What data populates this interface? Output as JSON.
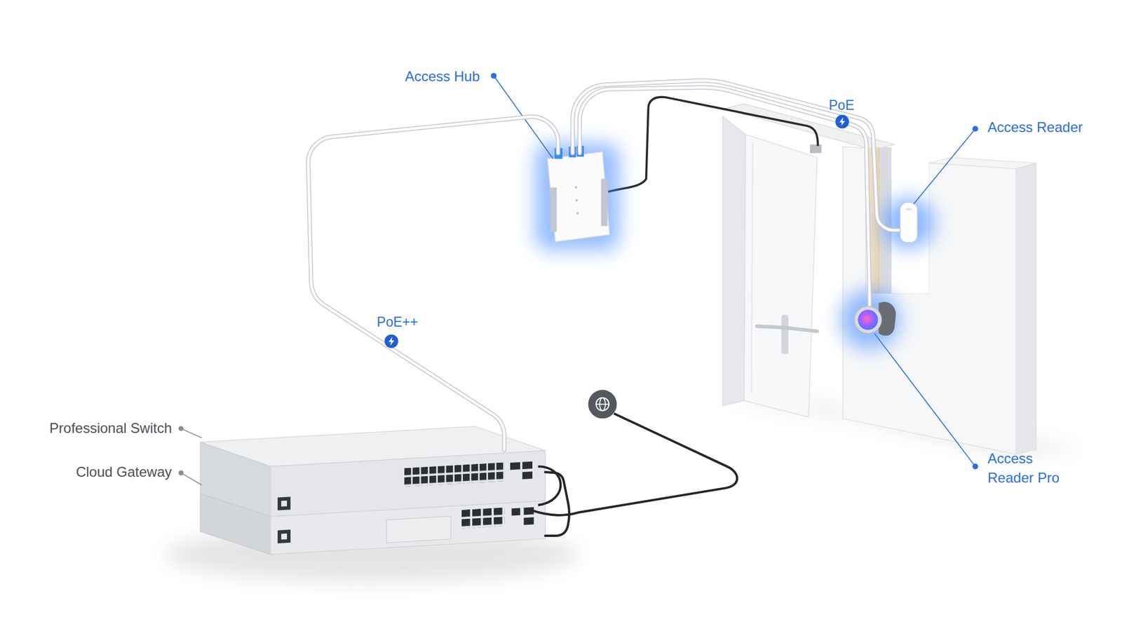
{
  "diagram": {
    "nodes": [
      {
        "text": [
          "Access Hub"
        ]
      },
      {
        "text": [
          "Access Reader"
        ]
      },
      {
        "text": [
          "Access Reader Pro"
        ]
      },
      {
        "text": [
          "Professional Switch"
        ]
      },
      {
        "text": [
          "Cloud Gateway"
        ]
      }
    ],
    "edges": [
      {
        "from": 3,
        "to": 0,
        "arrow": "none",
        "label": "PoE++"
      },
      {
        "from": 0,
        "to": 1,
        "arrow": "none",
        "label": "PoE"
      },
      {
        "from": 0,
        "to": 2,
        "arrow": "none"
      },
      {
        "from": 4,
        "to": 3,
        "arrow": "none"
      }
    ]
  }
}
